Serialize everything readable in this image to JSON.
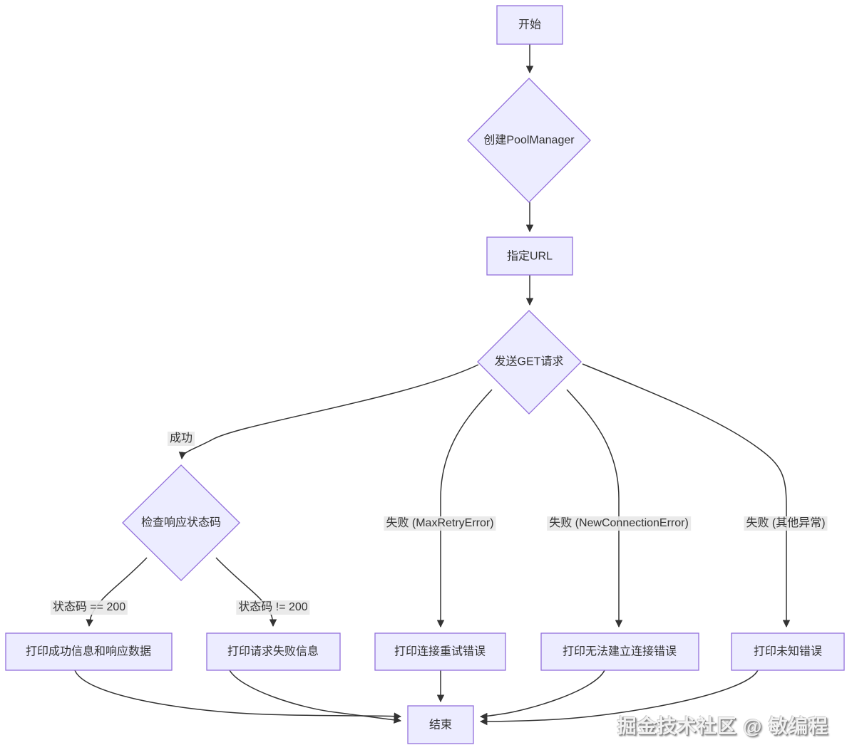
{
  "diagram": {
    "type": "flowchart",
    "colors": {
      "node_fill": "#ECECFF",
      "node_border": "#9370DB",
      "edge_stroke": "#333333",
      "edge_label_bg": "#e8e8e8",
      "text": "#333333"
    },
    "nodes": {
      "start": {
        "label": "开始",
        "shape": "rect"
      },
      "create_pool_manager": {
        "label": "创建PoolManager",
        "shape": "diamond"
      },
      "set_url": {
        "label": "指定URL",
        "shape": "rect"
      },
      "send_get": {
        "label": "发送GET请求",
        "shape": "diamond"
      },
      "check_status": {
        "label": "检查响应状态码",
        "shape": "diamond"
      },
      "print_success": {
        "label": "打印成功信息和响应数据",
        "shape": "rect"
      },
      "print_fail": {
        "label": "打印请求失败信息",
        "shape": "rect"
      },
      "print_retry_error": {
        "label": "打印连接重试错误",
        "shape": "rect"
      },
      "print_conn_error": {
        "label": "打印无法建立连接错误",
        "shape": "rect"
      },
      "print_unknown_error": {
        "label": "打印未知错误",
        "shape": "rect"
      },
      "end": {
        "label": "结束",
        "shape": "rect"
      }
    },
    "edge_labels": {
      "success": "成功",
      "status_eq_200": "状态码 == 200",
      "status_ne_200": "状态码 != 200",
      "fail_max_retry": "失败 (MaxRetryError)",
      "fail_new_connection": "失败 (NewConnectionError)",
      "fail_other": "失败 (其他异常)"
    },
    "watermark": "掘金技术社区 @ 敏编程"
  }
}
